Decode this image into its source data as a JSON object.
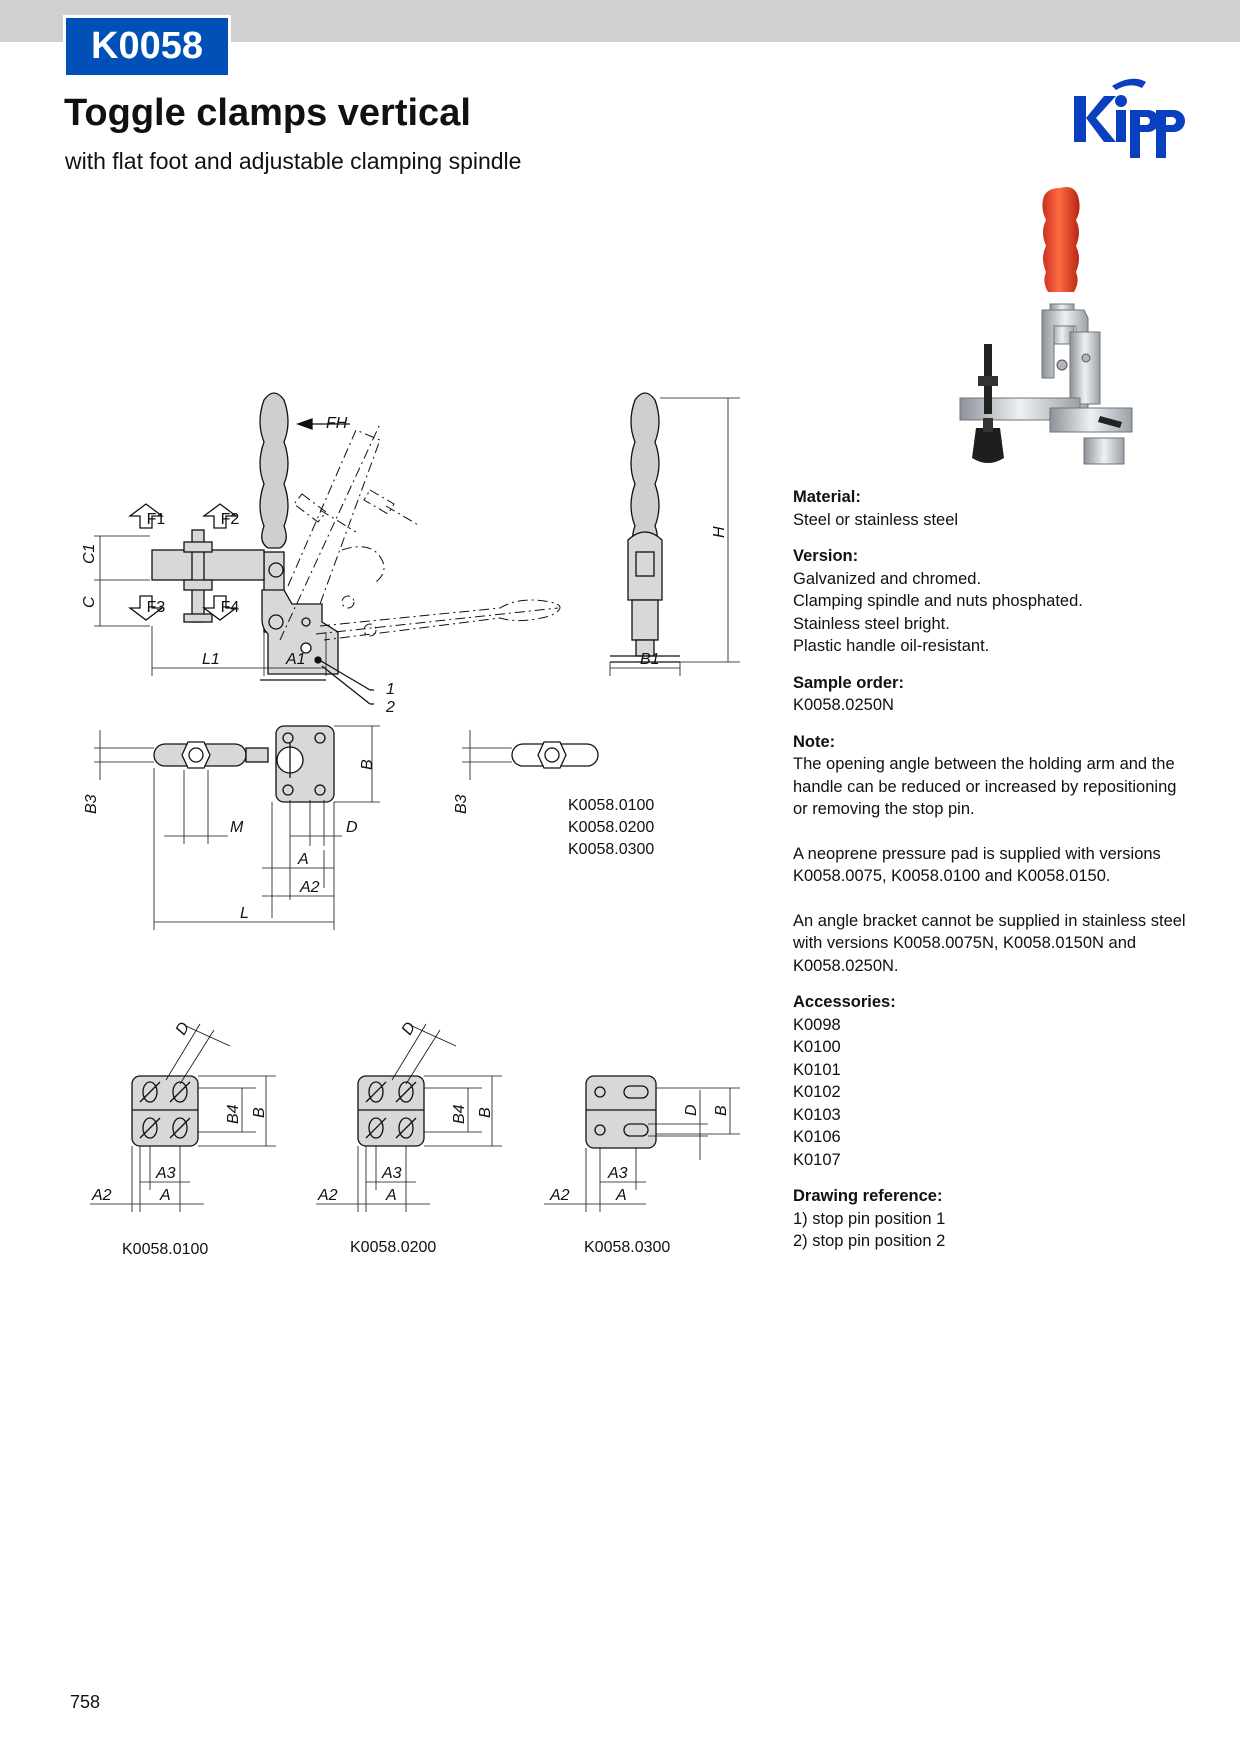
{
  "header": {
    "code": "K0058",
    "title": "Toggle clamps vertical",
    "subtitle": "with flat foot and adjustable clamping spindle"
  },
  "brand": {
    "logo_text": "Kipp",
    "color": "#0a3fc0"
  },
  "accent_color": "#0050b8",
  "drawing": {
    "force_labels": [
      "FH",
      "F1",
      "F2",
      "F3",
      "F4"
    ],
    "dim_labels": {
      "C1": "C1",
      "C": "C",
      "L1": "L1",
      "A1": "A1",
      "B1": "B1",
      "H": "H",
      "B3": "B3",
      "B": "B",
      "M": "M",
      "D": "D",
      "A": "A",
      "A2": "A2",
      "L": "L",
      "B4": "B4",
      "A3": "A3"
    },
    "pin_labels": [
      "1",
      "2"
    ],
    "variant_list": [
      "K0058.0100",
      "K0058.0200",
      "K0058.0300"
    ],
    "foot_captions": [
      "K0058.0100",
      "K0058.0200",
      "K0058.0300"
    ]
  },
  "specs": {
    "material": {
      "heading": "Material:",
      "lines": [
        "Steel or stainless steel"
      ]
    },
    "version": {
      "heading": "Version:",
      "lines": [
        "Galvanized and chromed.",
        "Clamping spindle and nuts phosphated.",
        "Stainless steel bright.",
        "Plastic handle oil-resistant."
      ]
    },
    "sample_order": {
      "heading": "Sample order:",
      "lines": [
        "K0058.0250N"
      ]
    },
    "note": {
      "heading": "Note:",
      "paragraphs": [
        "The opening angle between the holding arm and the handle can be reduced or increased by repositioning or removing the stop pin.",
        "A neoprene pressure pad is supplied with versions K0058.0075, K0058.0100 and K0058.0150.",
        "An angle bracket cannot be supplied in stainless steel with versions K0058.0075N, K0058.0150N and K0058.0250N."
      ]
    },
    "accessories": {
      "heading": "Accessories:",
      "lines": [
        "K0098",
        "K0100",
        "K0101",
        "K0102",
        "K0103",
        "K0106",
        "K0107"
      ]
    },
    "drawing_reference": {
      "heading": "Drawing reference:",
      "lines": [
        "1) stop pin position 1",
        "2) stop pin position 2"
      ]
    }
  },
  "page_number": "758"
}
